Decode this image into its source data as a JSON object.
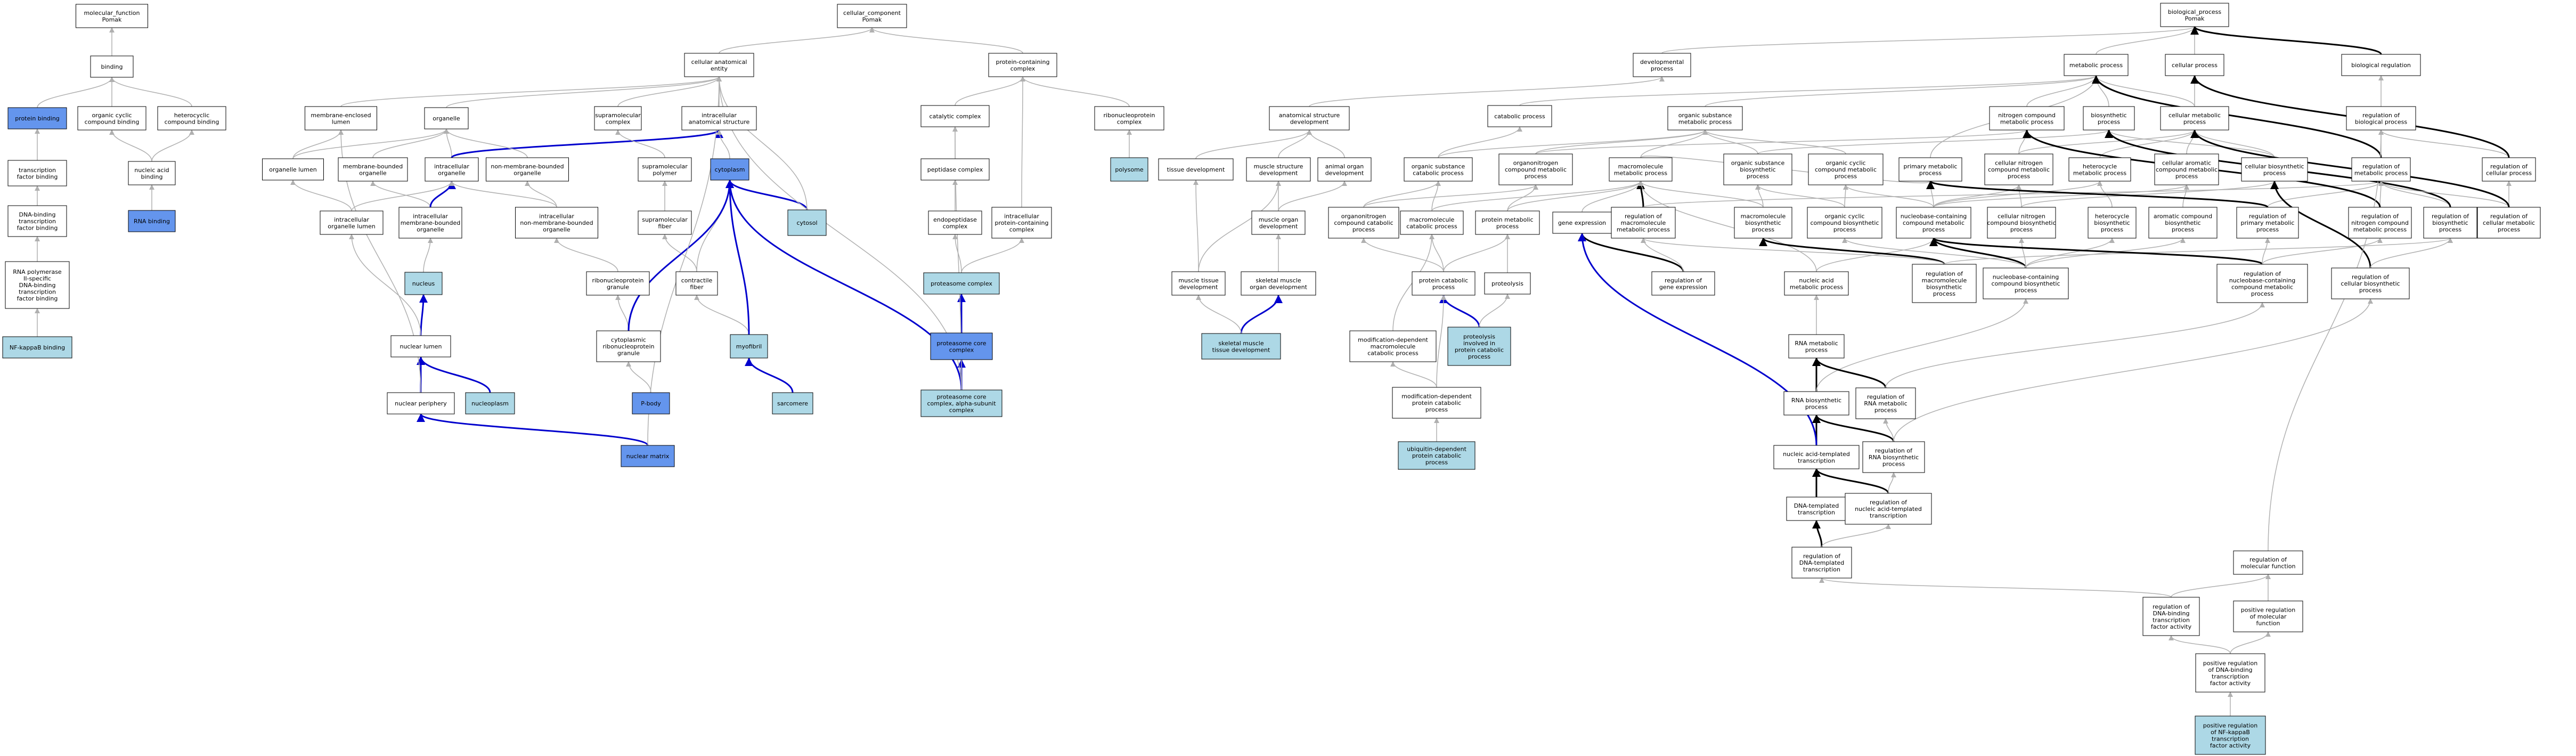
{
  "colors": {
    "default_fill": "#ffffff",
    "light_fill": "#add8e6",
    "dark_fill": "#6495ed",
    "gray_edge": "#b0b0b0",
    "blue_edge": "#0000cd",
    "black_edge": "#000000"
  },
  "nodes": [
    {
      "id": "mf",
      "lines": [
        "molecular_function",
        "Pomak"
      ]
    },
    {
      "id": "binding",
      "lines": [
        "binding"
      ]
    },
    {
      "id": "protbind",
      "lines": [
        "protein binding"
      ],
      "fill": "dark"
    },
    {
      "id": "orgcyc",
      "lines": [
        "organic cyclic",
        "compound binding"
      ]
    },
    {
      "id": "hetcyc",
      "lines": [
        "heterocyclic",
        "compound binding"
      ]
    },
    {
      "id": "tfbind",
      "lines": [
        "transcription",
        "factor binding"
      ]
    },
    {
      "id": "nabind",
      "lines": [
        "nucleic acid",
        "binding"
      ]
    },
    {
      "id": "dnabind",
      "lines": [
        "DNA-binding",
        "transcription",
        "factor binding"
      ]
    },
    {
      "id": "rnabind",
      "lines": [
        "RNA binding"
      ],
      "fill": "dark"
    },
    {
      "id": "rnapol",
      "lines": [
        "RNA polymerase",
        "II-specific",
        "DNA-binding",
        "transcription",
        "factor binding"
      ]
    },
    {
      "id": "nfkb",
      "lines": [
        "NF-kappaB binding"
      ],
      "fill": "light"
    },
    {
      "id": "cc",
      "lines": [
        "cellular_component",
        "Pomak"
      ]
    },
    {
      "id": "cae",
      "lines": [
        "cellular anatomical",
        "entity"
      ]
    },
    {
      "id": "mel",
      "lines": [
        "membrane-enclosed",
        "lumen"
      ]
    },
    {
      "id": "organelle",
      "lines": [
        "organelle"
      ]
    },
    {
      "id": "supracx",
      "lines": [
        "supramolecular",
        "complex"
      ]
    },
    {
      "id": "ias",
      "lines": [
        "intracellular",
        "anatomical structure"
      ]
    },
    {
      "id": "orglumen",
      "lines": [
        "organelle lumen"
      ]
    },
    {
      "id": "mbo",
      "lines": [
        "membrane-bounded",
        "organelle"
      ]
    },
    {
      "id": "intraorg",
      "lines": [
        "intracellular",
        "organelle"
      ]
    },
    {
      "id": "nmbo",
      "lines": [
        "non-membrane-bounded",
        "organelle"
      ]
    },
    {
      "id": "suprapoly",
      "lines": [
        "supramolecular",
        "polymer"
      ]
    },
    {
      "id": "cytoplasm",
      "lines": [
        "cytoplasm"
      ],
      "fill": "dark"
    },
    {
      "id": "ioll",
      "lines": [
        "intracellular",
        "organelle lumen"
      ]
    },
    {
      "id": "imbo",
      "lines": [
        "intracellular",
        "membrane-bounded",
        "organelle"
      ]
    },
    {
      "id": "inmbo",
      "lines": [
        "intracellular",
        "non-membrane-bounded",
        "organelle"
      ]
    },
    {
      "id": "suprafib",
      "lines": [
        "supramolecular",
        "fiber"
      ]
    },
    {
      "id": "cytosol",
      "lines": [
        "cytosol"
      ],
      "fill": "light"
    },
    {
      "id": "nucleus",
      "lines": [
        "nucleus"
      ],
      "fill": "light"
    },
    {
      "id": "rnpgran",
      "lines": [
        "ribonucleoprotein",
        "granule"
      ]
    },
    {
      "id": "contrfib",
      "lines": [
        "contractile",
        "fiber"
      ]
    },
    {
      "id": "nuclumen",
      "lines": [
        "nuclear lumen"
      ]
    },
    {
      "id": "cytrnp",
      "lines": [
        "cytoplasmic",
        "ribonucleoprotein",
        "granule"
      ]
    },
    {
      "id": "myofibril",
      "lines": [
        "myofibril"
      ],
      "fill": "light"
    },
    {
      "id": "nucperi",
      "lines": [
        "nuclear periphery"
      ]
    },
    {
      "id": "nucleoplasm",
      "lines": [
        "nucleoplasm"
      ],
      "fill": "light"
    },
    {
      "id": "pbody",
      "lines": [
        "P-body"
      ],
      "fill": "dark"
    },
    {
      "id": "sarcomere",
      "lines": [
        "sarcomere"
      ],
      "fill": "light"
    },
    {
      "id": "nucmatrix",
      "lines": [
        "nuclear matrix"
      ],
      "fill": "dark"
    },
    {
      "id": "pcc",
      "lines": [
        "protein-containing",
        "complex"
      ]
    },
    {
      "id": "catcx",
      "lines": [
        "catalytic complex"
      ]
    },
    {
      "id": "rnpcx",
      "lines": [
        "ribonucleoprotein",
        "complex"
      ]
    },
    {
      "id": "peptcx",
      "lines": [
        "peptidase complex"
      ]
    },
    {
      "id": "polysome",
      "lines": [
        "polysome"
      ],
      "fill": "light"
    },
    {
      "id": "endocx",
      "lines": [
        "endopeptidase",
        "complex"
      ]
    },
    {
      "id": "ipcc",
      "lines": [
        "intracellular",
        "protein-containing",
        "complex"
      ]
    },
    {
      "id": "proteasome",
      "lines": [
        "proteasome complex"
      ],
      "fill": "light"
    },
    {
      "id": "protcore",
      "lines": [
        "proteasome core",
        "complex"
      ],
      "fill": "dark"
    },
    {
      "id": "protalpha",
      "lines": [
        "proteasome core",
        "complex, alpha-subunit",
        "complex"
      ],
      "fill": "light"
    },
    {
      "id": "bp",
      "lines": [
        "biological_process",
        "Pomak"
      ]
    },
    {
      "id": "devproc",
      "lines": [
        "developmental",
        "process"
      ]
    },
    {
      "id": "metproc",
      "lines": [
        "metabolic process"
      ]
    },
    {
      "id": "cellproc",
      "lines": [
        "cellular process"
      ]
    },
    {
      "id": "bioreg",
      "lines": [
        "biological regulation"
      ]
    },
    {
      "id": "asd",
      "lines": [
        "anatomical structure",
        "development"
      ]
    },
    {
      "id": "catproc",
      "lines": [
        "catabolic process"
      ]
    },
    {
      "id": "osmp",
      "lines": [
        "organic substance",
        "metabolic process"
      ]
    },
    {
      "id": "nitromp",
      "lines": [
        "nitrogen compound",
        "metabolic process"
      ]
    },
    {
      "id": "biosyn",
      "lines": [
        "biosynthetic",
        "process"
      ]
    },
    {
      "id": "cellmet",
      "lines": [
        "cellular metabolic",
        "process"
      ]
    },
    {
      "id": "regbio",
      "lines": [
        "regulation of",
        "biological process"
      ]
    },
    {
      "id": "tissdev",
      "lines": [
        "tissue development"
      ]
    },
    {
      "id": "msd",
      "lines": [
        "muscle structure",
        "development"
      ]
    },
    {
      "id": "aod",
      "lines": [
        "animal organ",
        "development"
      ]
    },
    {
      "id": "oscp",
      "lines": [
        "organic substance",
        "catabolic process"
      ]
    },
    {
      "id": "ocmp",
      "lines": [
        "organonitrogen",
        "compound metabolic",
        "process"
      ]
    },
    {
      "id": "macromp",
      "lines": [
        "macromolecule",
        "metabolic process"
      ]
    },
    {
      "id": "osbp",
      "lines": [
        "organic substance",
        "biosynthetic",
        "process"
      ]
    },
    {
      "id": "occmp",
      "lines": [
        "organic cyclic",
        "compound metabolic",
        "process"
      ]
    },
    {
      "id": "primmet",
      "lines": [
        "primary metabolic",
        "process"
      ]
    },
    {
      "id": "cncmp",
      "lines": [
        "cellular nitrogen",
        "compound metabolic",
        "process"
      ]
    },
    {
      "id": "hetmet",
      "lines": [
        "heterocycle",
        "metabolic process"
      ]
    },
    {
      "id": "cacmp",
      "lines": [
        "cellular aromatic",
        "compound metabolic",
        "process"
      ]
    },
    {
      "id": "cellbio",
      "lines": [
        "cellular biosynthetic",
        "process"
      ]
    },
    {
      "id": "regmet",
      "lines": [
        "regulation of",
        "metabolic process"
      ]
    },
    {
      "id": "regcell",
      "lines": [
        "regulation of",
        "cellular process"
      ]
    },
    {
      "id": "muscorg",
      "lines": [
        "muscle organ",
        "development"
      ]
    },
    {
      "id": "occp",
      "lines": [
        "organonitrogen",
        "compound catabolic",
        "process"
      ]
    },
    {
      "id": "macrocat",
      "lines": [
        "macromolecule",
        "catabolic process"
      ]
    },
    {
      "id": "protmet",
      "lines": [
        "protein metabolic",
        "process"
      ]
    },
    {
      "id": "geneexp",
      "lines": [
        "gene expression"
      ]
    },
    {
      "id": "regmacro",
      "lines": [
        "regulation of",
        "macromolecule",
        "metabolic process"
      ]
    },
    {
      "id": "macrobio",
      "lines": [
        "macromolecule",
        "biosynthetic",
        "process"
      ]
    },
    {
      "id": "occbp",
      "lines": [
        "organic cyclic",
        "compound biosynthetic",
        "process"
      ]
    },
    {
      "id": "nbcmp",
      "lines": [
        "nucleobase-containing",
        "compound metabolic",
        "process"
      ]
    },
    {
      "id": "cncbp",
      "lines": [
        "cellular nitrogen",
        "compound biosynthetic",
        "process"
      ]
    },
    {
      "id": "hetbio",
      "lines": [
        "heterocycle",
        "biosynthetic",
        "process"
      ]
    },
    {
      "id": "acbp",
      "lines": [
        "aromatic compound",
        "biosynthetic",
        "process"
      ]
    },
    {
      "id": "regprim",
      "lines": [
        "regulation of",
        "primary metabolic",
        "process"
      ]
    },
    {
      "id": "regnitro",
      "lines": [
        "regulation of",
        "nitrogen compound",
        "metabolic process"
      ]
    },
    {
      "id": "regbiosyn",
      "lines": [
        "regulation of",
        "biosynthetic",
        "process"
      ]
    },
    {
      "id": "regcellmet",
      "lines": [
        "regulation of",
        "cellular metabolic",
        "process"
      ]
    },
    {
      "id": "mtd",
      "lines": [
        "muscle tissue",
        "development"
      ]
    },
    {
      "id": "smod",
      "lines": [
        "skeletal muscle",
        "organ development"
      ]
    },
    {
      "id": "protcat",
      "lines": [
        "protein catabolic",
        "process"
      ]
    },
    {
      "id": "proteol",
      "lines": [
        "proteolysis"
      ]
    },
    {
      "id": "reggene",
      "lines": [
        "regulation of",
        "gene expression"
      ]
    },
    {
      "id": "namp",
      "lines": [
        "nucleic acid",
        "metabolic process"
      ]
    },
    {
      "id": "regmacrobio",
      "lines": [
        "regulation of",
        "macromolecule",
        "biosynthetic",
        "process"
      ]
    },
    {
      "id": "nbcbp",
      "lines": [
        "nucleobase-containing",
        "compound biosynthetic",
        "process"
      ]
    },
    {
      "id": "regnbcmp",
      "lines": [
        "regulation of",
        "nucleobase-containing",
        "compound metabolic",
        "process"
      ]
    },
    {
      "id": "regcellbio",
      "lines": [
        "regulation of",
        "cellular biosynthetic",
        "process"
      ]
    },
    {
      "id": "smtd",
      "lines": [
        "skeletal muscle",
        "tissue development"
      ],
      "fill": "light"
    },
    {
      "id": "moddep",
      "lines": [
        "modification-dependent",
        "macromolecule",
        "catabolic process"
      ]
    },
    {
      "id": "proteolcat",
      "lines": [
        "proteolysis",
        "involved in",
        "protein catabolic",
        "process"
      ],
      "fill": "light"
    },
    {
      "id": "rnamp",
      "lines": [
        "RNA metabolic",
        "process"
      ]
    },
    {
      "id": "moddepprot",
      "lines": [
        "modification-dependent",
        "protein catabolic",
        "process"
      ]
    },
    {
      "id": "rnabp",
      "lines": [
        "RNA biosynthetic",
        "process"
      ]
    },
    {
      "id": "regrnamp",
      "lines": [
        "regulation of",
        "RNA metabolic",
        "process"
      ]
    },
    {
      "id": "ubiq",
      "lines": [
        "ubiquitin-dependent",
        "protein catabolic",
        "process"
      ],
      "fill": "light"
    },
    {
      "id": "natt",
      "lines": [
        "nucleic acid-templated",
        "transcription"
      ]
    },
    {
      "id": "regrnabp",
      "lines": [
        "regulation of",
        "RNA biosynthetic",
        "process"
      ]
    },
    {
      "id": "dtt",
      "lines": [
        "DNA-templated",
        "transcription"
      ]
    },
    {
      "id": "regnatt",
      "lines": [
        "regulation of",
        "nucleic acid-templated",
        "transcription"
      ]
    },
    {
      "id": "regdtt",
      "lines": [
        "regulation of",
        "DNA-templated",
        "transcription"
      ]
    },
    {
      "id": "regmolfn",
      "lines": [
        "regulation of",
        "molecular function"
      ]
    },
    {
      "id": "regdbtfa",
      "lines": [
        "regulation of",
        "DNA-binding",
        "transcription",
        "factor activity"
      ]
    },
    {
      "id": "posregmol",
      "lines": [
        "positive regulation",
        "of molecular",
        "function"
      ]
    },
    {
      "id": "posregdb",
      "lines": [
        "positive regulation",
        "of DNA-binding",
        "transcription",
        "factor activity"
      ]
    },
    {
      "id": "posregnf",
      "lines": [
        "positive regulation",
        "of NF-kappaB",
        "transcription",
        "factor activity"
      ],
      "fill": "light"
    }
  ]
}
